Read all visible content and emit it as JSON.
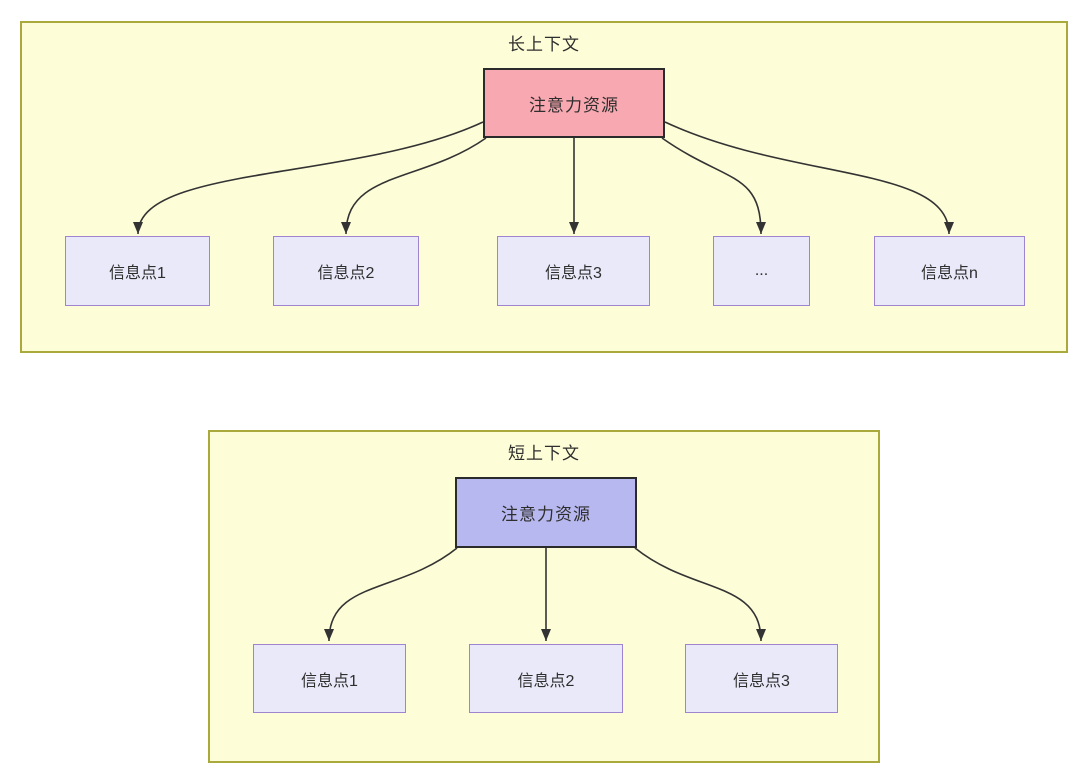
{
  "diagram": {
    "description_note": "attention-resource flow diagram, two panels",
    "colors": {
      "panel_fill": "#fdfdd8",
      "panel_border": "#a9a93c",
      "long_root_fill": "#f8a8b0",
      "short_root_fill": "#b8b8f0",
      "root_border": "#2b2b2b",
      "child_fill": "#e9e9f9",
      "child_border": "#9f85d0",
      "arrow": "#333333",
      "text": "#2e2e2e"
    },
    "panels": [
      {
        "title": "长上下文",
        "root": {
          "label": "注意力资源",
          "fill": "#f8a8b0"
        },
        "children": [
          {
            "label": "信息点1"
          },
          {
            "label": "信息点2"
          },
          {
            "label": "信息点3"
          },
          {
            "label": "..."
          },
          {
            "label": "信息点n"
          }
        ]
      },
      {
        "title": "短上下文",
        "root": {
          "label": "注意力资源",
          "fill": "#b8b8f0"
        },
        "children": [
          {
            "label": "信息点1"
          },
          {
            "label": "信息点2"
          },
          {
            "label": "信息点3"
          }
        ]
      }
    ]
  }
}
